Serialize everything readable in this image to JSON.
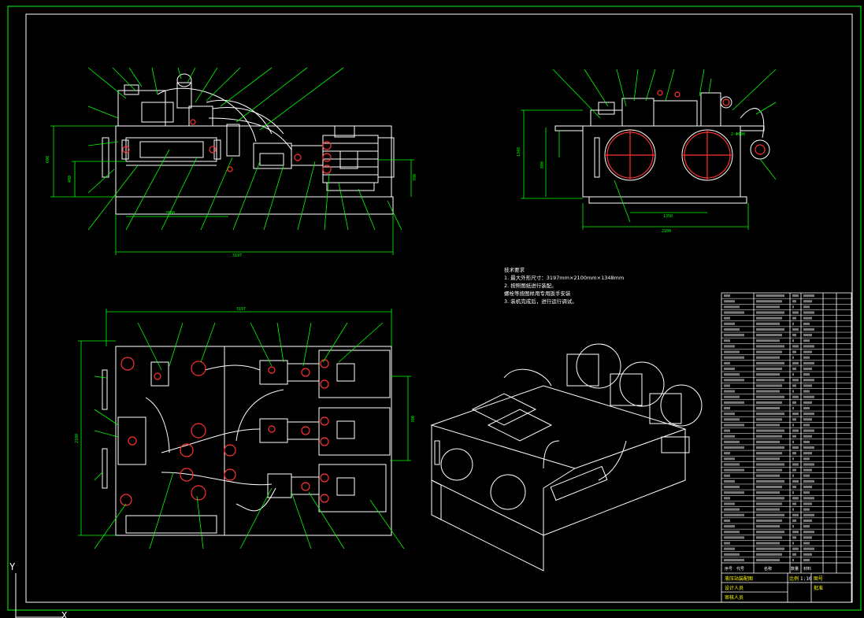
{
  "drawing": {
    "colors": {
      "background": "#000000",
      "border": "#00ff00",
      "outline": "#ffffff",
      "dim": "#00ff00",
      "accent": "#ff3030",
      "yellow": "#ffff00",
      "cyan": "#00ffff"
    },
    "notes": {
      "title": "技术要求",
      "lines": [
        "1. 最大外形尺寸：3197mm×2100mm×1348mm",
        "2. 按照图纸进行装配。",
        "螺栓等按图样用专用扳手安装",
        "3. 装机完成后，进行运行调试。"
      ]
    },
    "ucs": {
      "y_label": "Y",
      "x_label": "X"
    },
    "dims": {
      "front_total": "3197",
      "front_width": "2000",
      "front_height": "600",
      "front_height2": "400",
      "front_right": "700",
      "side_height": "1348",
      "side_height2": "800",
      "side_total": "2100",
      "side_sub": "1350",
      "top_total": "3197",
      "top_height": "2100",
      "top_right": "700",
      "side_circle": "2-Φ600"
    },
    "title_block": {
      "header": [
        "序号",
        "代号",
        "名称",
        "数量",
        "材料"
      ],
      "name": "液压站装配图",
      "scale_label": "比例",
      "scale": "1:10",
      "sheet_label": "图号",
      "design": "设计人员",
      "check": "审核人员",
      "approve": "批准"
    }
  }
}
